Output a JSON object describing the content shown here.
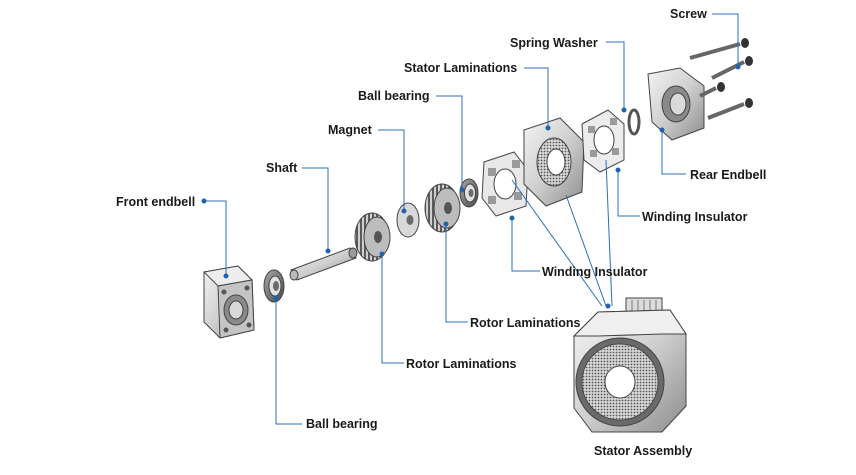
{
  "labels": {
    "screw": "Screw",
    "spring_washer": "Spring Washer",
    "stator_laminations": "Stator Laminations",
    "ball_bearing_top": "Ball bearing",
    "magnet": "Magnet",
    "shaft": "Shaft",
    "front_endbell": "Front endbell",
    "rear_endbell": "Rear Endbell",
    "winding_insulator_right": "Winding Insulator",
    "winding_insulator_center": "Winding Insulator",
    "rotor_laminations_upper": "Rotor Laminations",
    "rotor_laminations_lower": "Rotor Laminations",
    "ball_bearing_bottom": "Ball bearing",
    "stator_assembly": "Stator Assembly"
  },
  "colors": {
    "leader": "#2a6fb5",
    "dot": "#1f63b0",
    "text": "#1a1a1a",
    "metal_light": "#e6e6e6",
    "metal_mid": "#bdbdbd",
    "metal_dark": "#6b6b6b"
  }
}
